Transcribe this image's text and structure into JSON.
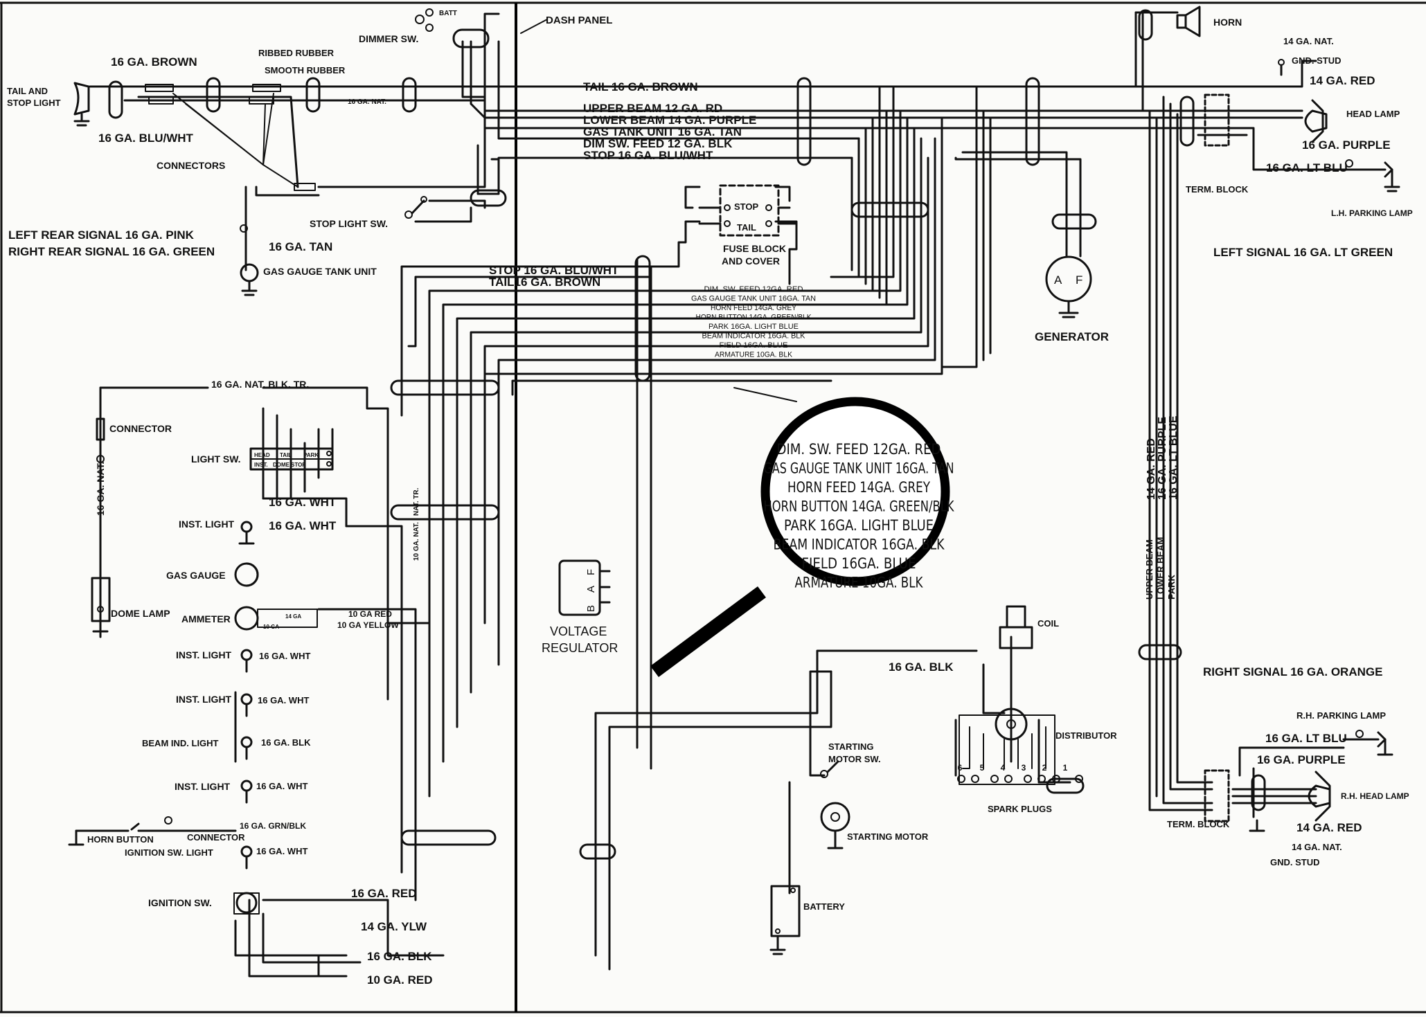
{
  "labels": {
    "dash_panel": "DASH PANEL",
    "dimmer_sw": "DIMMER SW.",
    "batt": "BATT",
    "horn": "HORN",
    "tail_stop_light_1": "TAIL AND",
    "tail_stop_light_2": "STOP LIGHT",
    "brown_16": "16 GA. BROWN",
    "ribbed_rubber": "RIBBED RUBBER",
    "smooth_rubber": "SMOOTH RUBBER",
    "nat_16": "16 GA. NAT.",
    "bluwht_16": "16 GA. BLU/WHT",
    "connectors": "CONNECTORS",
    "left_rear_signal": "LEFT REAR SIGNAL 16 GA. PINK",
    "right_rear_signal": "RIGHT REAR SIGNAL 16 GA. GREEN",
    "tan_16": "16 GA. TAN",
    "gas_gauge_tank_unit": "GAS GAUGE TANK UNIT",
    "stop_light_sw": "STOP LIGHT SW.",
    "tail_brown": "TAIL 16 GA. BROWN",
    "upper_beam": "UPPER BEAM 12 GA. RD",
    "lower_beam": "LOWER BEAM 14 GA. PURPLE",
    "gas_tank_unit": "GAS TANK UNIT 16 GA. TAN",
    "dim_sw_feed": "DIM SW. FEED 12 GA. BLK",
    "stop_bluwht": "STOP 16 GA. BLU/WHT",
    "stop_fuse": "STOP",
    "tail_fuse": "TAIL",
    "fuse_block_1": "FUSE BLOCK",
    "fuse_block_2": "AND COVER",
    "stop_bluwht_2": "STOP 16 GA. BLU/WHT",
    "tail_brown_2": "TAIL16 GA. BROWN",
    "gen_a": "A",
    "gen_f": "F",
    "generator": "GENERATOR",
    "nat_14": "14 GA. NAT.",
    "gnd_stud": "GND. STUD",
    "red_14": "14 GA. RED",
    "head_lamp": "HEAD LAMP",
    "purple_16": "16 GA. PURPLE",
    "lt_blu_16": "16 GA. LT BLU",
    "term_block": "TERM. BLOCK",
    "lh_parking_lamp": "L.H. PARKING LAMP",
    "left_signal": "LEFT SIGNAL 16 GA. LT GREEN",
    "nat_blk_tr": "16 GA. NAT. BLK. TR.",
    "connector": "CONNECTOR",
    "light_sw": "LIGHT SW.",
    "head": "HEAD",
    "tail_sw": "TAIL",
    "park_sw": "PARK",
    "inst": "INST.",
    "dome": "DOME",
    "stop_sw": "STOP",
    "nat_16_vertical": "16 GA. NAT.",
    "wht_16": "16 GA. WHT",
    "inst_light": "INST. LIGHT",
    "gas_gauge": "GAS GAUGE",
    "dome_lamp": "DOME LAMP",
    "ammeter": "AMMETER",
    "ga14": "14 GA",
    "ga10": "10 GA",
    "red_10ga": "10 GA RED",
    "yellow_10ga": "10 GA YELLOW",
    "beam_ind_light": "BEAM IND. LIGHT",
    "blk_16": "16 GA. BLK",
    "horn_button": "HORN BUTTON",
    "connector_2": "CONNECTOR",
    "grnblk_16": "16 GA. GRN/BLK",
    "ignition_sw_light": "IGNITION SW. LIGHT",
    "ignition_sw": "IGNITION SW.",
    "red_16": "16 GA. RED",
    "ylw_14": "14 GA. YLW",
    "red_10": "10 GA. RED",
    "vr_b": "B",
    "vr_a": "A",
    "vr_f": "F",
    "voltage_1": "VOLTAGE",
    "voltage_2": "REGULATOR",
    "coil": "COIL",
    "distributor": "DISTRIBUTOR",
    "spark_plugs": "SPARK PLUGS",
    "starting_motor_sw_1": "STARTING",
    "starting_motor_sw_2": "MOTOR SW.",
    "starting_motor": "STARTING MOTOR",
    "battery": "BATTERY",
    "right_signal": "RIGHT SIGNAL 16 GA. ORANGE",
    "rh_parking_lamp": "R.H. PARKING LAMP",
    "rh_head_lamp": "R.H. HEAD LAMP",
    "upper_beam_v": "UPPER BEAM",
    "lower_beam_v": "LOWER BEAM",
    "park_v": "PARK",
    "red_14_v": "14 GA. RED",
    "purple_16_v": "16 GA. PURPLE",
    "lt_blue_16_v": "16 GA. LT BLUE",
    "ga_14_purple": "14 GA. PURPLE",
    "ga_16_lt_blue": "16 GA. LT BLUE",
    "nat_tr": "NAT. TR.",
    "nat_10": "10 GA. NAT."
  },
  "fuse_wires": [
    "DIM. SW. FEED 12GA. RED",
    "GAS GAUGE TANK UNIT 16GA. TAN",
    "HORN FEED 14GA. GREY",
    "HORN BUTTON 14GA. GREEN/BLK",
    "PARK 16GA. LIGHT BLUE",
    "BEAM INDICATOR 16GA. BLK",
    "FIELD 16GA. BLUE",
    "ARMATURE 10GA. BLK"
  ],
  "magnifier_lines": [
    "DIM. SW. FEED 12GA. RED",
    "GAS GAUGE TANK UNIT 16GA. TAN",
    "HORN FEED 14GA. GREY",
    "HORN BUTTON 14GA. GREEN/BLK",
    "PARK 16GA. LIGHT BLUE",
    "BEAM INDICATOR 16GA. BLK",
    "FIELD 16GA. BLUE",
    "ARMATURE 10GA. BLK"
  ],
  "spark_plug_numbers": [
    "6",
    "5",
    "4",
    "3",
    "2",
    "1"
  ]
}
